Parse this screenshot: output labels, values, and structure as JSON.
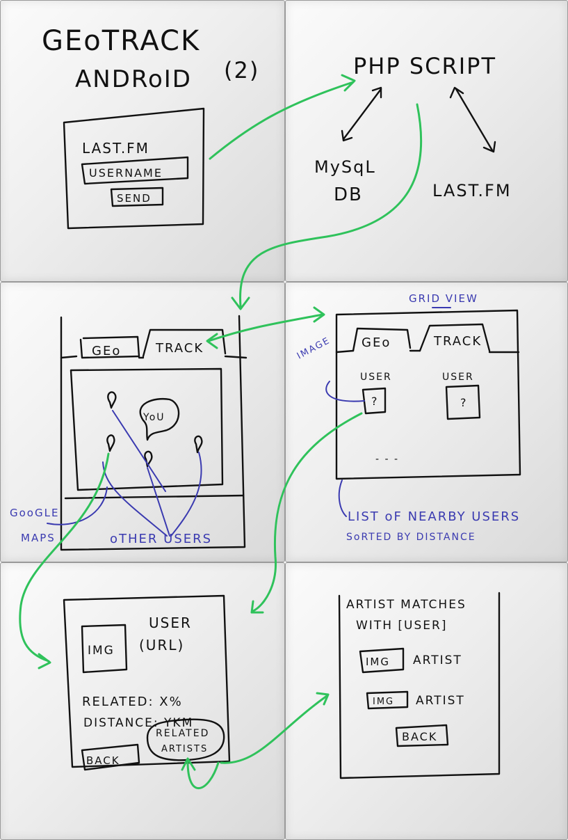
{
  "title": {
    "line1": "GEoTRACK",
    "line2": "ANDRoID",
    "number": "(2)"
  },
  "login": {
    "label": "LAST.FM",
    "username": "USERNAME",
    "send": "SEND"
  },
  "backend": {
    "script": "PHP SCRIPT",
    "db_line1": "MySqL",
    "db_line2": "DB",
    "service": "LAST.FM"
  },
  "map_screen": {
    "tab_geo": "GEo",
    "tab_track": "TRACK",
    "you": "YoU",
    "annot_maps_line1": "GooGLE",
    "annot_maps_line2": "MAPS",
    "annot_users": "oTHER USERS"
  },
  "grid_screen": {
    "heading": "GRID VIEW",
    "tab_geo": "GEo",
    "tab_track": "TRACK",
    "annot_image": "IMAGE",
    "user_1": "USER",
    "user_2": "USER",
    "placeholder_1": "?",
    "placeholder_2": "?",
    "more": "- - -",
    "annot_list_line1": "LIST oF NEARBY USERS",
    "annot_list_line2": "SoRTED BY DISTANCE"
  },
  "profile_screen": {
    "img": "IMG",
    "user": "USER",
    "url": "(URL)",
    "related": "RELATED: X%",
    "distance": "DISTANCE: YKM",
    "back": "BACK",
    "related_artists_line1": "RELATED",
    "related_artists_line2": "ARTISTS"
  },
  "matches_screen": {
    "heading_line1": "ARTIST MATCHES",
    "heading_line2": "WITH [USER]",
    "img_1": "IMG",
    "artist_1": "ARTIST",
    "img_2": "IMG",
    "artist_2": "ARTIST",
    "back": "BACK"
  },
  "colors": {
    "ink": "#111111",
    "annotation": "#3a3ab0",
    "flow": "#2fc25b"
  }
}
